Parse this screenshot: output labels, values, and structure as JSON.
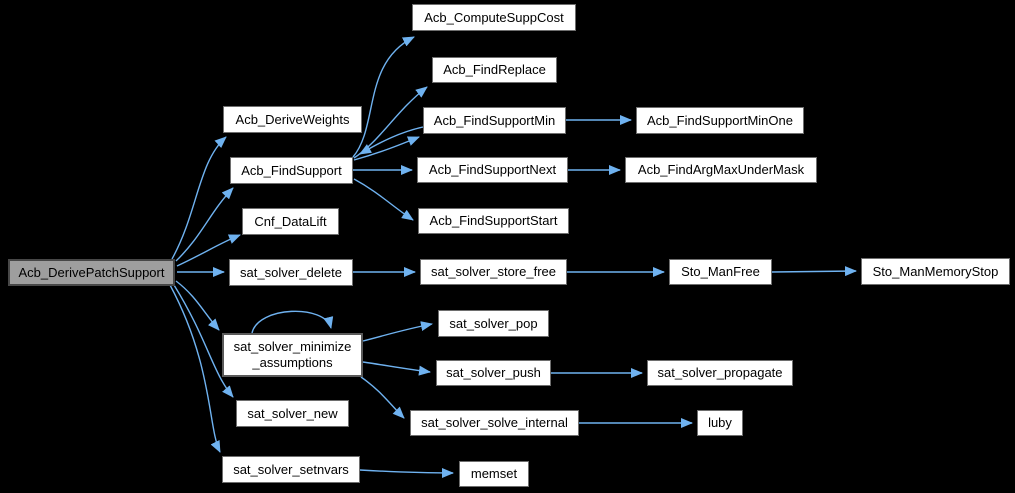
{
  "diagram": {
    "type": "call-graph",
    "root_function": "Acb_DerivePatchSupport"
  },
  "colors": {
    "bg": "#000000",
    "node-fill": "#ffffff",
    "node-border": "#6e6e6e",
    "root-fill": "#9e9e9e",
    "root-border": "#474747",
    "edge": "#6fb2f0",
    "text": "#000000"
  },
  "nodes": {
    "root": {
      "label": "Acb_DerivePatchSupport"
    },
    "deriveWeights": {
      "label": "Acb_DeriveWeights"
    },
    "findSupport": {
      "label": "Acb_FindSupport"
    },
    "cnfDataLift": {
      "label": "Cnf_DataLift"
    },
    "satDelete": {
      "label": "sat_solver_delete"
    },
    "minimize": {
      "label": "sat_solver_minimize\n_assumptions"
    },
    "satNew": {
      "label": "sat_solver_new"
    },
    "setnvars": {
      "label": "sat_solver_setnvars"
    },
    "computeSuppCost": {
      "label": "Acb_ComputeSuppCost"
    },
    "findReplace": {
      "label": "Acb_FindReplace"
    },
    "findSupportMin": {
      "label": "Acb_FindSupportMin"
    },
    "findSupportNext": {
      "label": "Acb_FindSupportNext"
    },
    "findSupportStart": {
      "label": "Acb_FindSupportStart"
    },
    "storeFree": {
      "label": "sat_solver_store_free"
    },
    "satPop": {
      "label": "sat_solver_pop"
    },
    "satPush": {
      "label": "sat_solver_push"
    },
    "solveInternal": {
      "label": "sat_solver_solve_internal"
    },
    "memset": {
      "label": "memset"
    },
    "minOne": {
      "label": "Acb_FindSupportMinOne"
    },
    "argMax": {
      "label": "Acb_FindArgMaxUnderMask"
    },
    "stoManFree": {
      "label": "Sto_ManFree"
    },
    "propagate": {
      "label": "sat_solver_propagate"
    },
    "luby": {
      "label": "luby"
    },
    "memoryStop": {
      "label": "Sto_ManMemoryStop"
    }
  },
  "edges": [
    {
      "from": "root",
      "to": "deriveWeights"
    },
    {
      "from": "root",
      "to": "findSupport"
    },
    {
      "from": "root",
      "to": "cnfDataLift"
    },
    {
      "from": "root",
      "to": "satDelete"
    },
    {
      "from": "root",
      "to": "minimize"
    },
    {
      "from": "root",
      "to": "satNew"
    },
    {
      "from": "root",
      "to": "setnvars"
    },
    {
      "from": "findSupport",
      "to": "computeSuppCost"
    },
    {
      "from": "findSupport",
      "to": "findReplace"
    },
    {
      "from": "findSupport",
      "to": "findSupportMin"
    },
    {
      "from": "findSupportMin",
      "to": "findSupport"
    },
    {
      "from": "findSupport",
      "to": "findSupportNext"
    },
    {
      "from": "findSupport",
      "to": "findSupportStart"
    },
    {
      "from": "findSupportMin",
      "to": "minOne"
    },
    {
      "from": "findSupportNext",
      "to": "argMax"
    },
    {
      "from": "satDelete",
      "to": "storeFree"
    },
    {
      "from": "storeFree",
      "to": "stoManFree"
    },
    {
      "from": "stoManFree",
      "to": "memoryStop"
    },
    {
      "from": "minimize",
      "to": "minimize"
    },
    {
      "from": "minimize",
      "to": "satPop"
    },
    {
      "from": "minimize",
      "to": "satPush"
    },
    {
      "from": "minimize",
      "to": "solveInternal"
    },
    {
      "from": "satPush",
      "to": "propagate"
    },
    {
      "from": "solveInternal",
      "to": "luby"
    },
    {
      "from": "setnvars",
      "to": "memset"
    }
  ]
}
